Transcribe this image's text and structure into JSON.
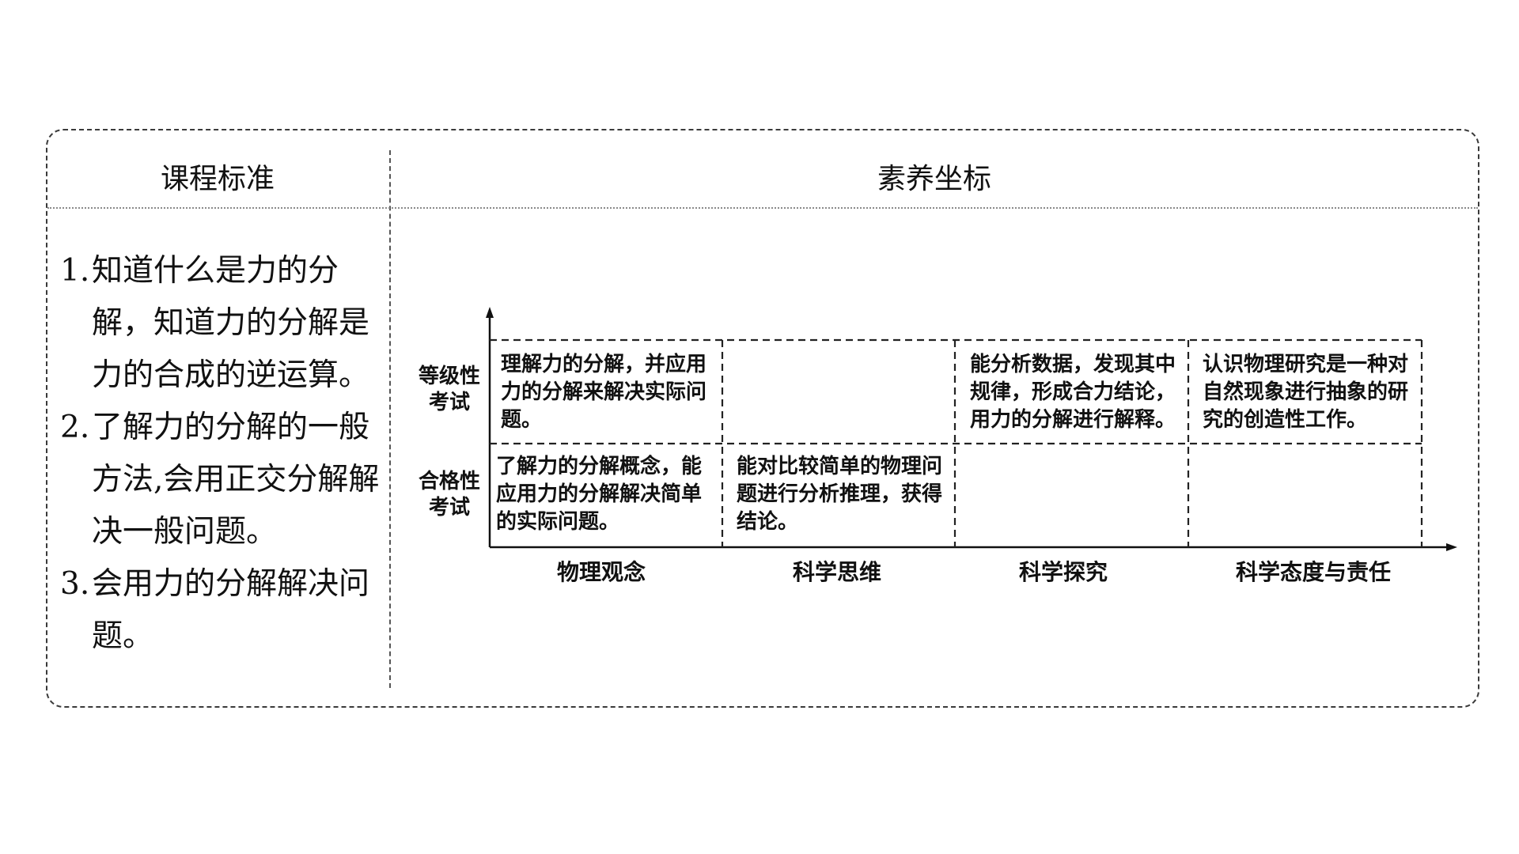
{
  "headers": {
    "left": "课程标准",
    "right": "素养坐标"
  },
  "standards": [
    {
      "num": "1.",
      "text": "知道什么是力的分解，知道力的分解是力的合成的逆运算。"
    },
    {
      "num": "2.",
      "text": "了解力的分解的一般方法,会用正交分解解决一般问题。"
    },
    {
      "num": "3.",
      "text": "会用力的分解解决问题。"
    }
  ],
  "coordinate": {
    "y_levels": [
      "等级性\n考试",
      "合格性\n考试"
    ],
    "x_dims": [
      "物理观念",
      "科学思维",
      "科学探究",
      "科学态度与责任"
    ],
    "upper_row": [
      "理解力的分解，并应用力的分解来解决实际问题。",
      "",
      "能分析数据，发现其中规律，形成合力结论，用力的分解进行解释。",
      "认识物理研究是一种对自然现象进行抽象的研究的创造性工作。"
    ],
    "lower_row": [
      "了解力的分解概念，能应用力的分解解决简单的实际问题。",
      "能对比较简单的物理问题进行分析推理，获得结论。",
      "",
      ""
    ]
  }
}
